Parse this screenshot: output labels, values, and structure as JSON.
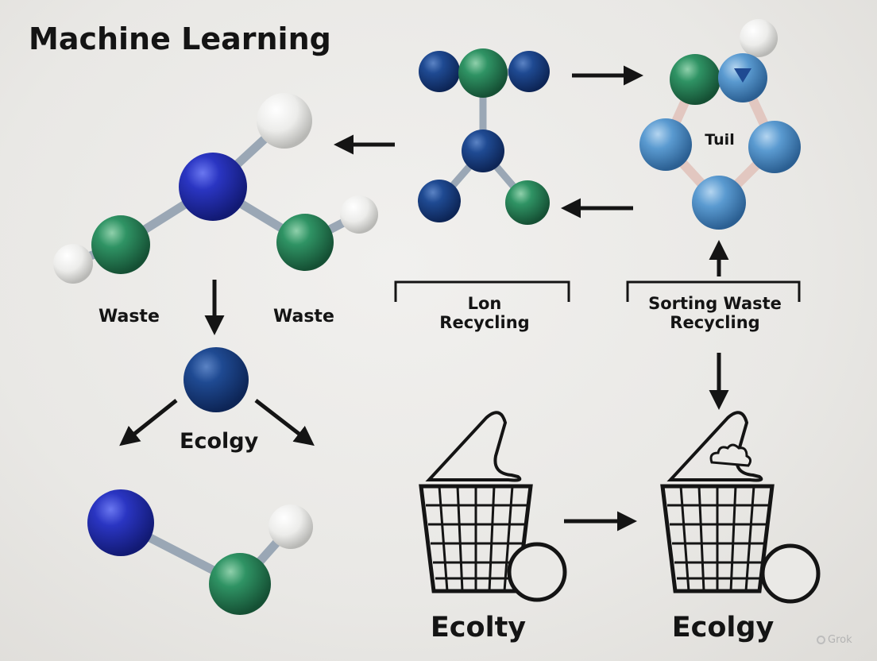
{
  "title": "Machine Learning",
  "labels": {
    "waste_left": "Waste",
    "waste_right": "Waste",
    "ecolgy_mid": "Ecolgy",
    "lon_line1": "Lon",
    "lon_line2": "Recycling",
    "sorting_line1": "Sorting Waste",
    "sorting_line2": "Recycling",
    "tuil": "Tuil",
    "ecolty": "Ecolty",
    "ecolgy_right": "Ecolgy"
  },
  "brand": "Grok",
  "colors": {
    "atom_dark_blue": "#1a3e86",
    "atom_royal_blue": "#2433b8",
    "atom_green": "#2c8a5c",
    "atom_light_blue": "#4e8fc7",
    "atom_white": "#f4f4f2",
    "bond_gray": "#9aa7b5",
    "ink": "#141414"
  }
}
